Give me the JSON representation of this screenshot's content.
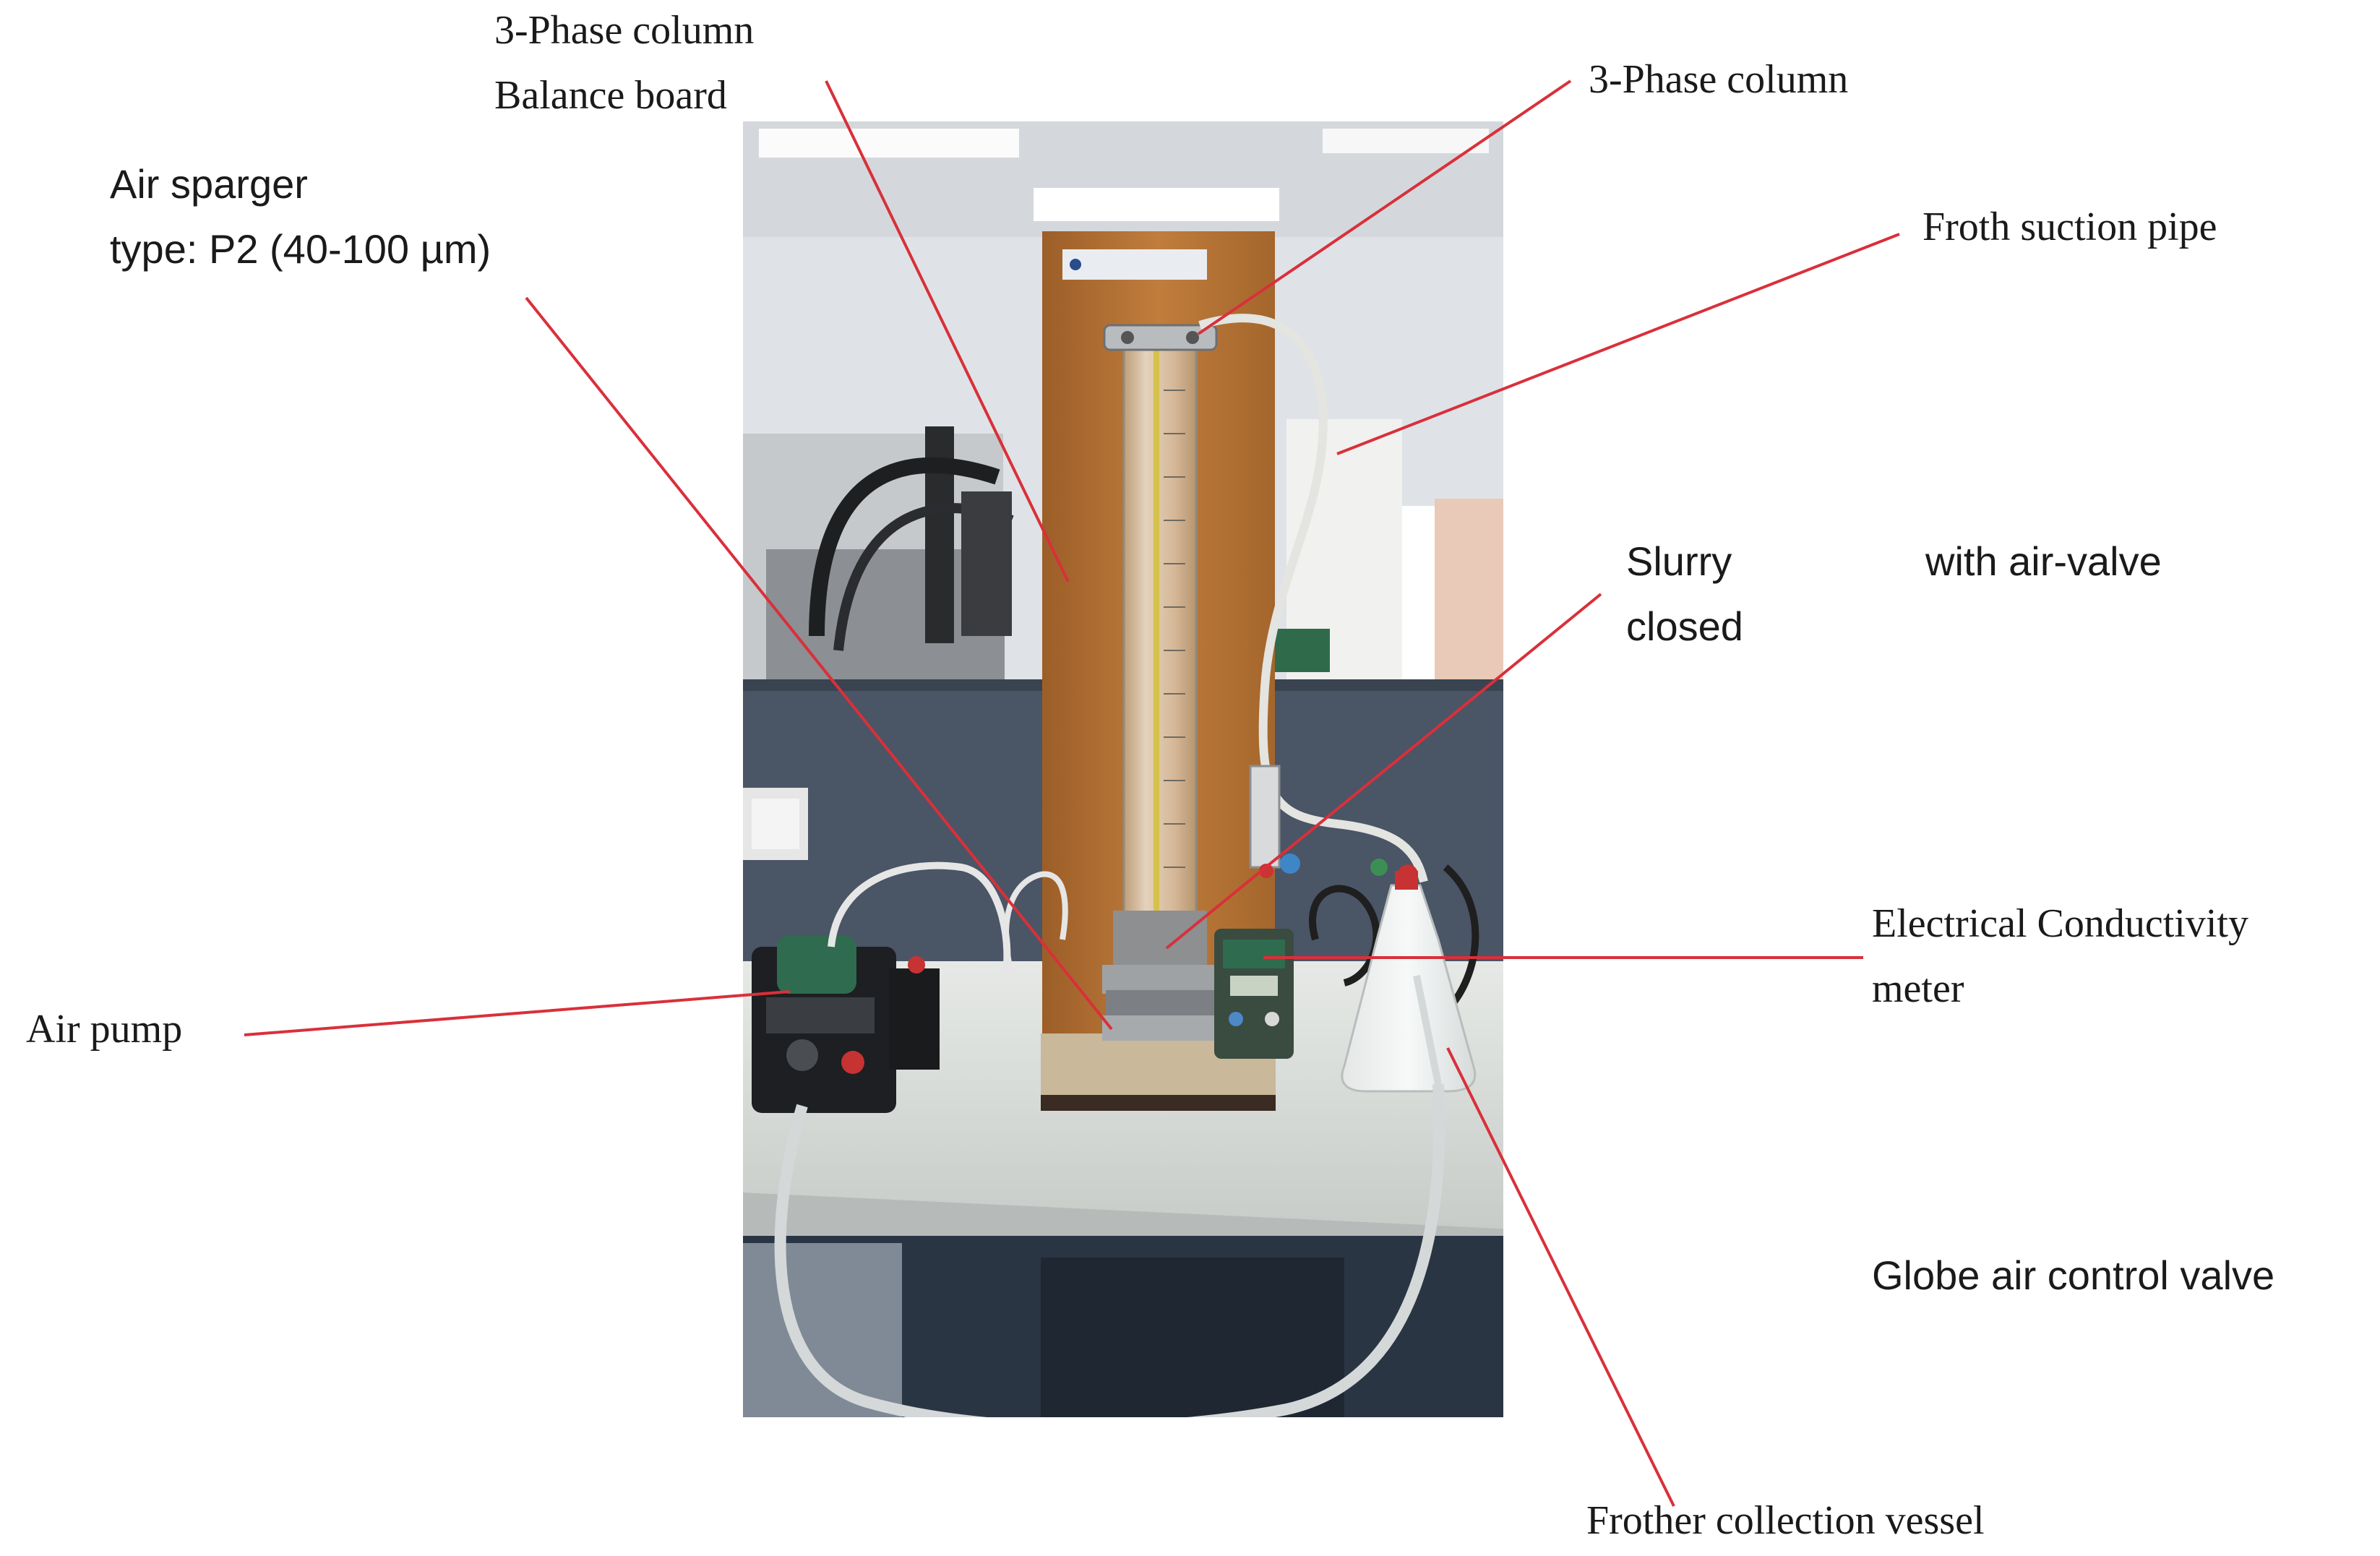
{
  "labels": {
    "column_board_line1": "3-Phase column",
    "column_board_line2": "Balance board",
    "column_top": "3-Phase column",
    "sparger_line1": "Air sparger",
    "sparger_line2": "type: P2 (40-100 µm)",
    "froth_pipe": "Froth suction pipe",
    "slurry_line1": "Slurry",
    "slurry_line2": "closed",
    "air_valve": "with air-valve",
    "ec_line1": "Electrical Conductivity",
    "ec_line2": "meter",
    "air_pump": "Air pump",
    "globe_valve": "Globe air control valve",
    "frother_vessel": "Frother collection vessel"
  },
  "colors": {
    "leader_line": "#d9303a",
    "board_wood": "#b87535",
    "bench_top": "#d8dcd8",
    "partition_panel": "#4a5566",
    "pump_green": "#2f6b4f"
  }
}
